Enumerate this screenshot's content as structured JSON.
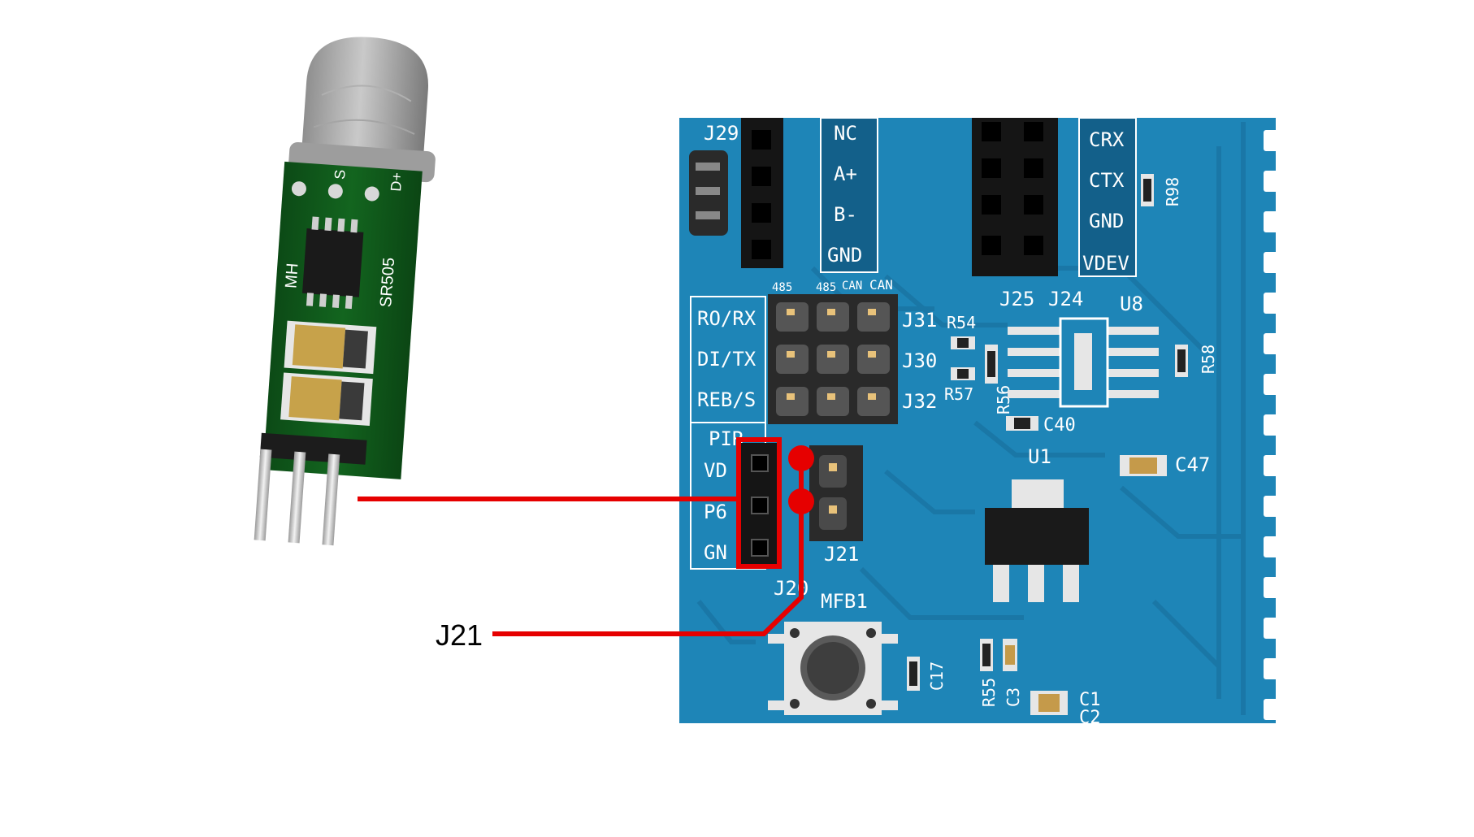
{
  "sensor": {
    "module_marking": "SR505",
    "brand_marking": "MH",
    "pad_labels": [
      "S",
      "D+"
    ]
  },
  "board": {
    "j29": {
      "label": "J29",
      "pins": [
        "NC",
        "A+",
        "B-",
        "GND"
      ]
    },
    "can_header": {
      "pins": [
        "CRX",
        "CTX",
        "GND",
        "VDEV"
      ]
    },
    "row_labels": [
      "RO/RX",
      "DI/TX",
      "REB/S"
    ],
    "jumper_labels": [
      "J31",
      "J30",
      "J32"
    ],
    "top_small_labels": [
      "485",
      "485",
      "CAN",
      "CAN"
    ],
    "connector_labels": [
      "J25",
      "J24",
      "U8",
      "U1"
    ],
    "resistor_labels": [
      "R98",
      "R54",
      "R57",
      "R56",
      "R58",
      "R55",
      "C40",
      "C47",
      "C17",
      "C3",
      "C1",
      "C2"
    ],
    "pir_rows": [
      "PIR",
      "VD",
      "P6",
      "GN"
    ],
    "j20_label": "J20",
    "j21_board_label": "J21",
    "button_label": "MFB1",
    "colors": {
      "board": "#1e85b7",
      "highlight": "#e60000"
    }
  },
  "callout": {
    "label": "J21"
  }
}
